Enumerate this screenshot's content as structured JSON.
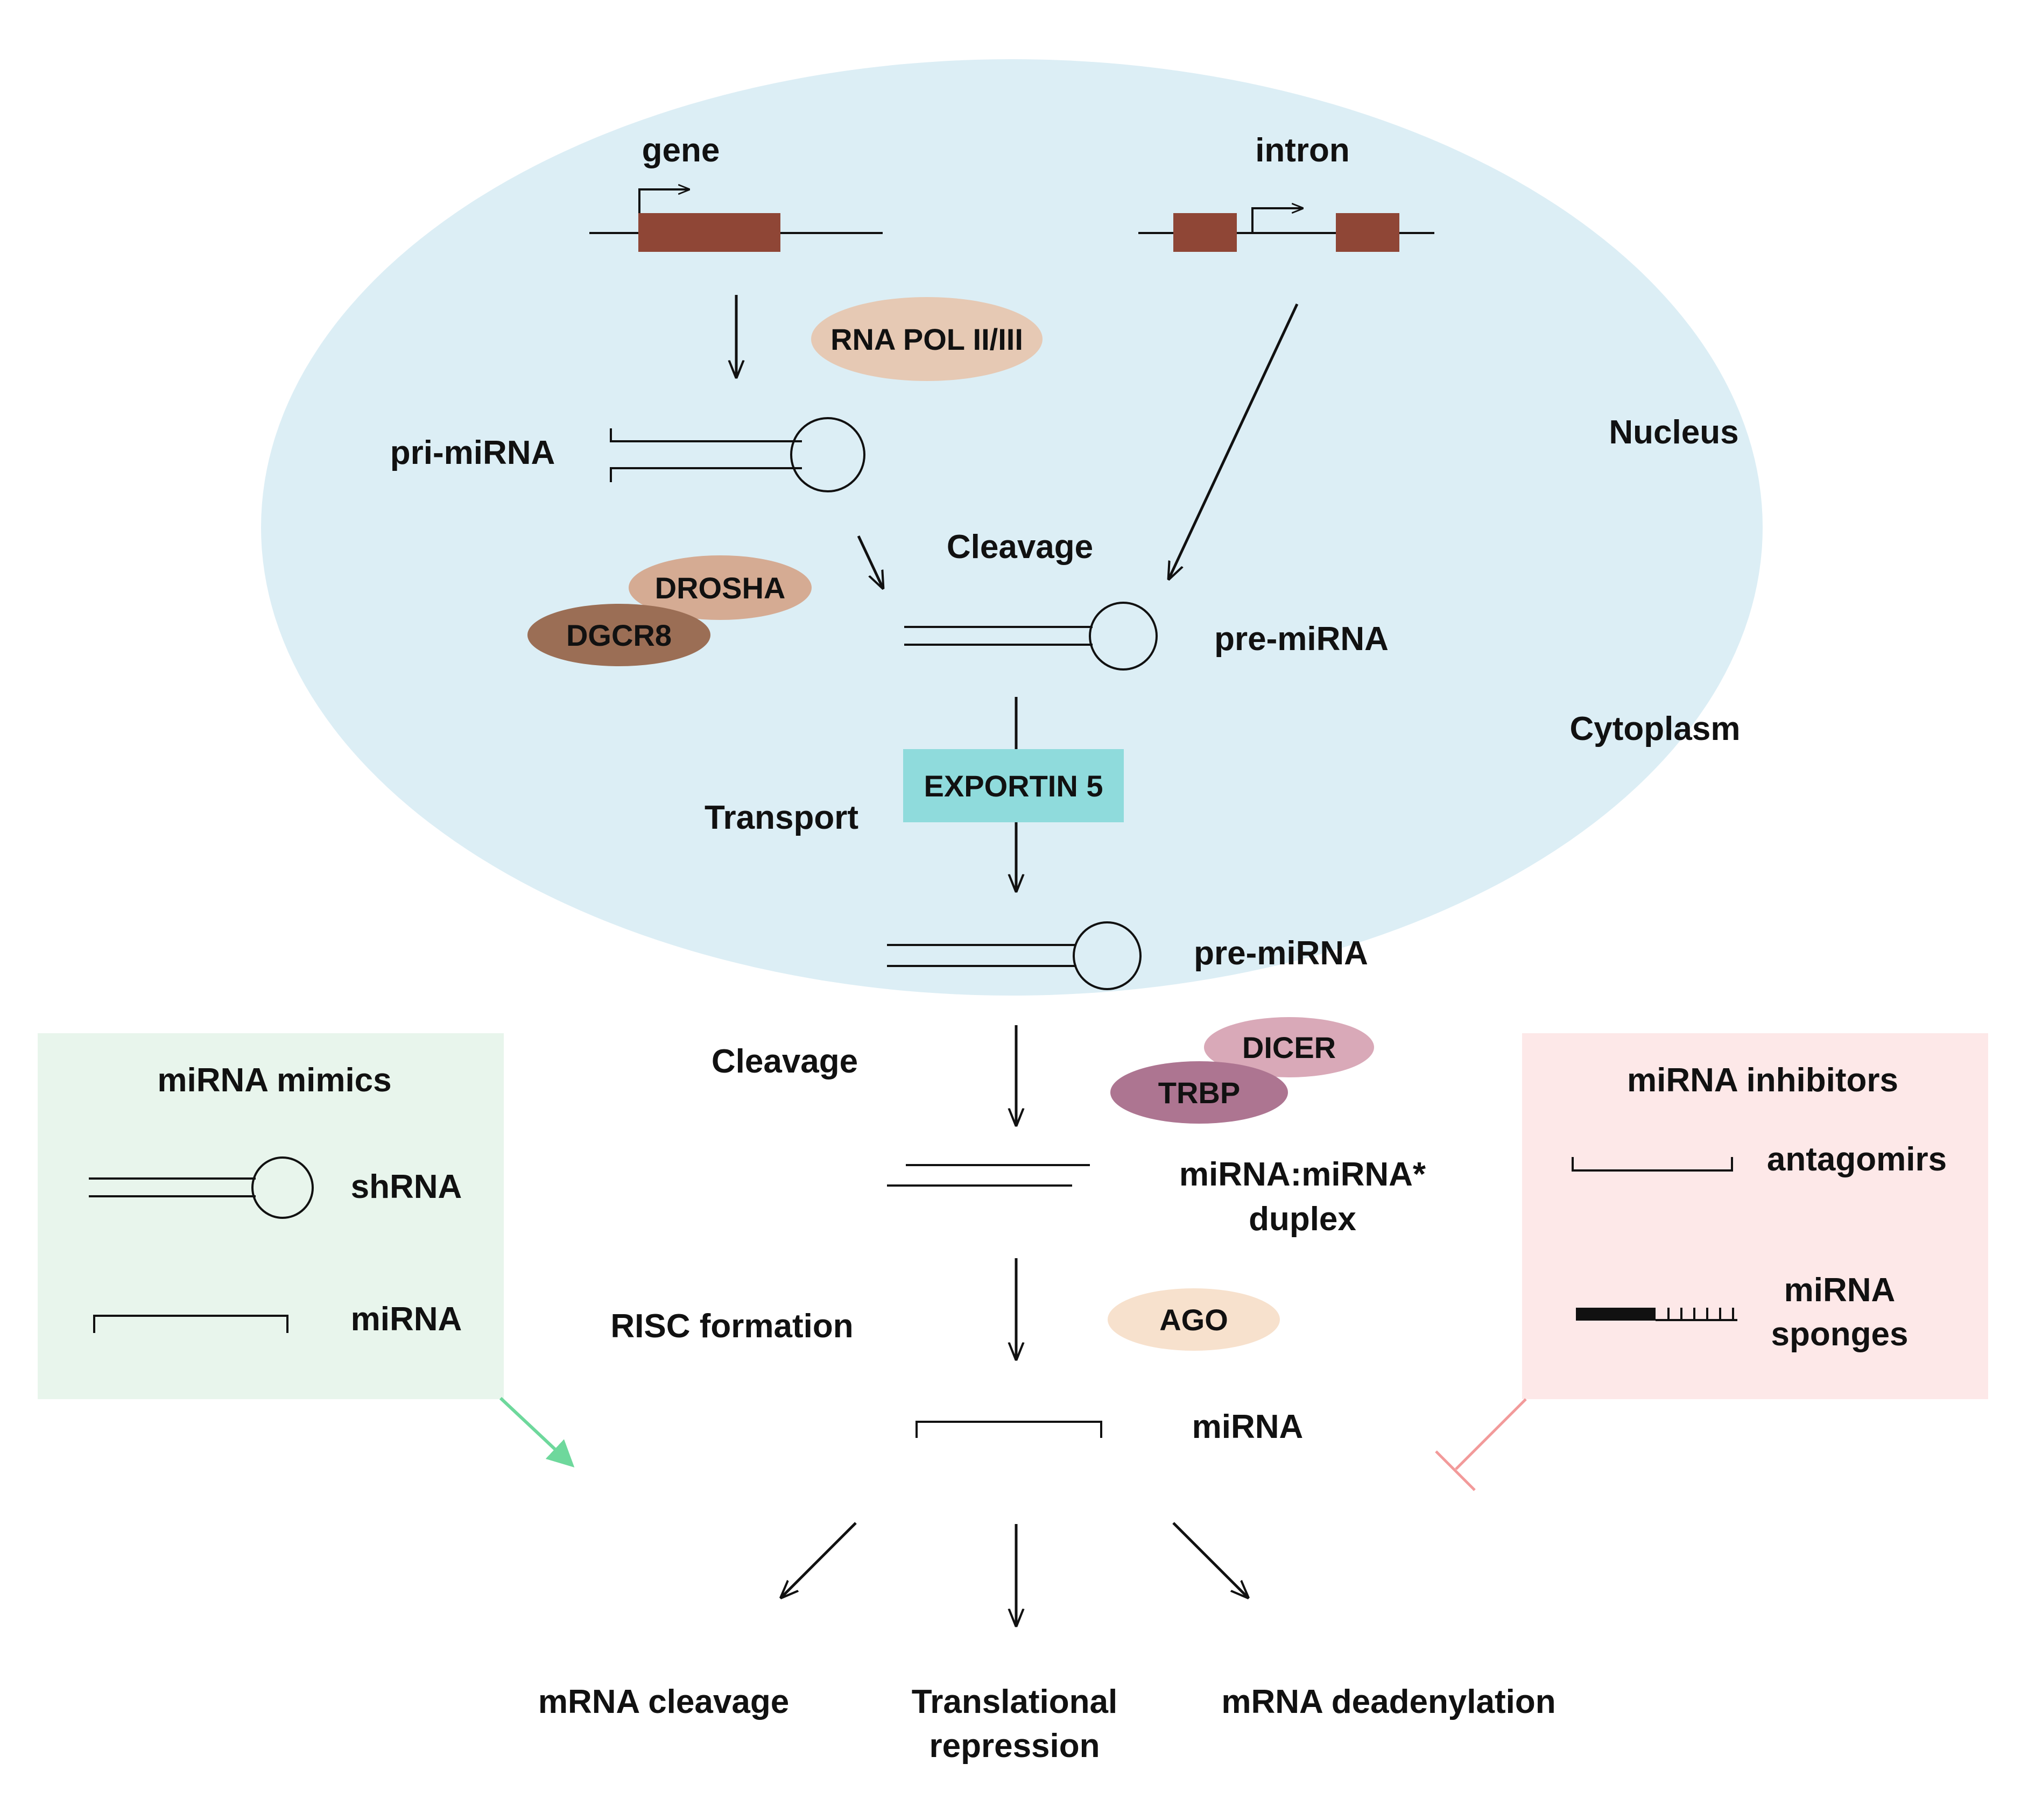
{
  "labels": {
    "gene": "gene",
    "intron": "intron",
    "rna_pol": "RNA POL II/III",
    "pri_mirna": "pri-miRNA",
    "nucleus": "Nucleus",
    "cleavage_nuclear": "Cleavage",
    "drosha": "DROSHA",
    "dgcr8": "DGCR8",
    "pre_mirna_nuclear": "pre-miRNA",
    "cytoplasm": "Cytoplasm",
    "exportin": "EXPORTIN 5",
    "transport": "Transport",
    "pre_mirna_cyto": "pre-miRNA",
    "cleavage_cyto": "Cleavage",
    "dicer": "DICER",
    "trbp": "TRBP",
    "duplex_line1": "miRNA:miRNA*",
    "duplex_line2": "duplex",
    "risc": "RISC formation",
    "ago": "AGO",
    "mirna": "miRNA",
    "out_cleavage": "mRNA cleavage",
    "out_transl_1": "Translational",
    "out_transl_2": "repression",
    "out_deadenyl": "mRNA deadenylation"
  },
  "mimics_panel": {
    "title": "miRNA mimics",
    "shrna": "shRNA",
    "mirna": "miRNA"
  },
  "inhibitors_panel": {
    "title": "miRNA inhibitors",
    "antagomirs": "antagomirs",
    "sponges_line1": "miRNA",
    "sponges_line2": "sponges"
  },
  "colors": {
    "nucleus_fill": "#dceef5",
    "exon": "#8f4636",
    "rna_pol": "#e6c9b4",
    "drosha": "#d5ab93",
    "dgcr8": "#9b6e55",
    "exportin": "#8fdbdc",
    "dicer": "#d9a9b8",
    "trbp": "#ad7591",
    "ago": "#f7e1cd",
    "mimics_bg": "#e8f5ec",
    "inhibitors_bg": "#fde8e8",
    "activate_arrow": "#6ed89c",
    "inhibit_line": "#f29a9a"
  }
}
